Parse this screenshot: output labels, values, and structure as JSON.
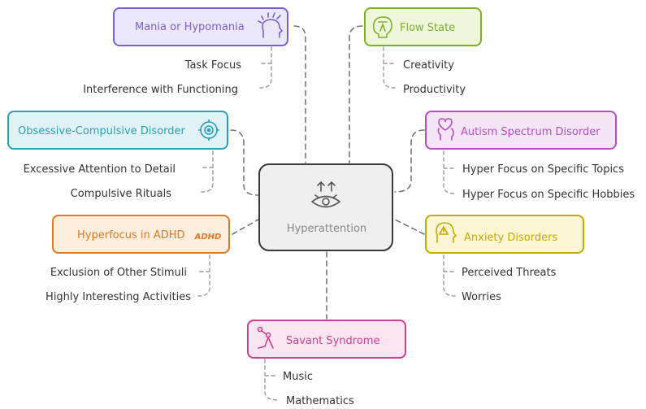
{
  "center": {
    "label": "Hyperattention",
    "icon": "eye-with-arrows-icon"
  },
  "colors": {
    "purple": "#7b5fd6",
    "green": "#7fb02a",
    "teal": "#2a9fb8",
    "magenta": "#b84cc4",
    "orange": "#e07a24",
    "yellow": "#c9a800",
    "pink": "#cc3f8e",
    "gray": "#888888"
  },
  "branches": [
    {
      "id": "mania",
      "label": "Mania or Hypomania",
      "icon": "head-burst-icon",
      "leaves": [
        "Task Focus",
        "Interference with Functioning"
      ]
    },
    {
      "id": "flow",
      "label": "Flow State",
      "icon": "brain-lightbulb-icon",
      "leaves": [
        "Creativity",
        "Productivity"
      ]
    },
    {
      "id": "ocd",
      "label": "Obsessive-Compulsive Disorder",
      "icon": "target-icon",
      "leaves": [
        "Excessive Attention to Detail",
        "Compulsive Rituals"
      ]
    },
    {
      "id": "autism",
      "label": "Autism Spectrum Disorder",
      "icon": "head-heart-icon",
      "leaves": [
        "Hyper Focus on Specific Topics",
        "Hyper Focus on Specific Hobbies"
      ]
    },
    {
      "id": "adhd",
      "label": "Hyperfocus in ADHD",
      "icon": "adhd-icon",
      "icon_text": "ADHD",
      "leaves": [
        "Exclusion of Other Stimuli",
        "Highly Interesting Activities"
      ]
    },
    {
      "id": "anxiety",
      "label": "Anxiety Disorders",
      "icon": "head-warning-icon",
      "leaves": [
        "Perceived Threats",
        "Worries"
      ]
    },
    {
      "id": "savant",
      "label": "Savant Syndrome",
      "icon": "figure-nodes-icon",
      "leaves": [
        "Music",
        "Mathematics"
      ]
    }
  ]
}
